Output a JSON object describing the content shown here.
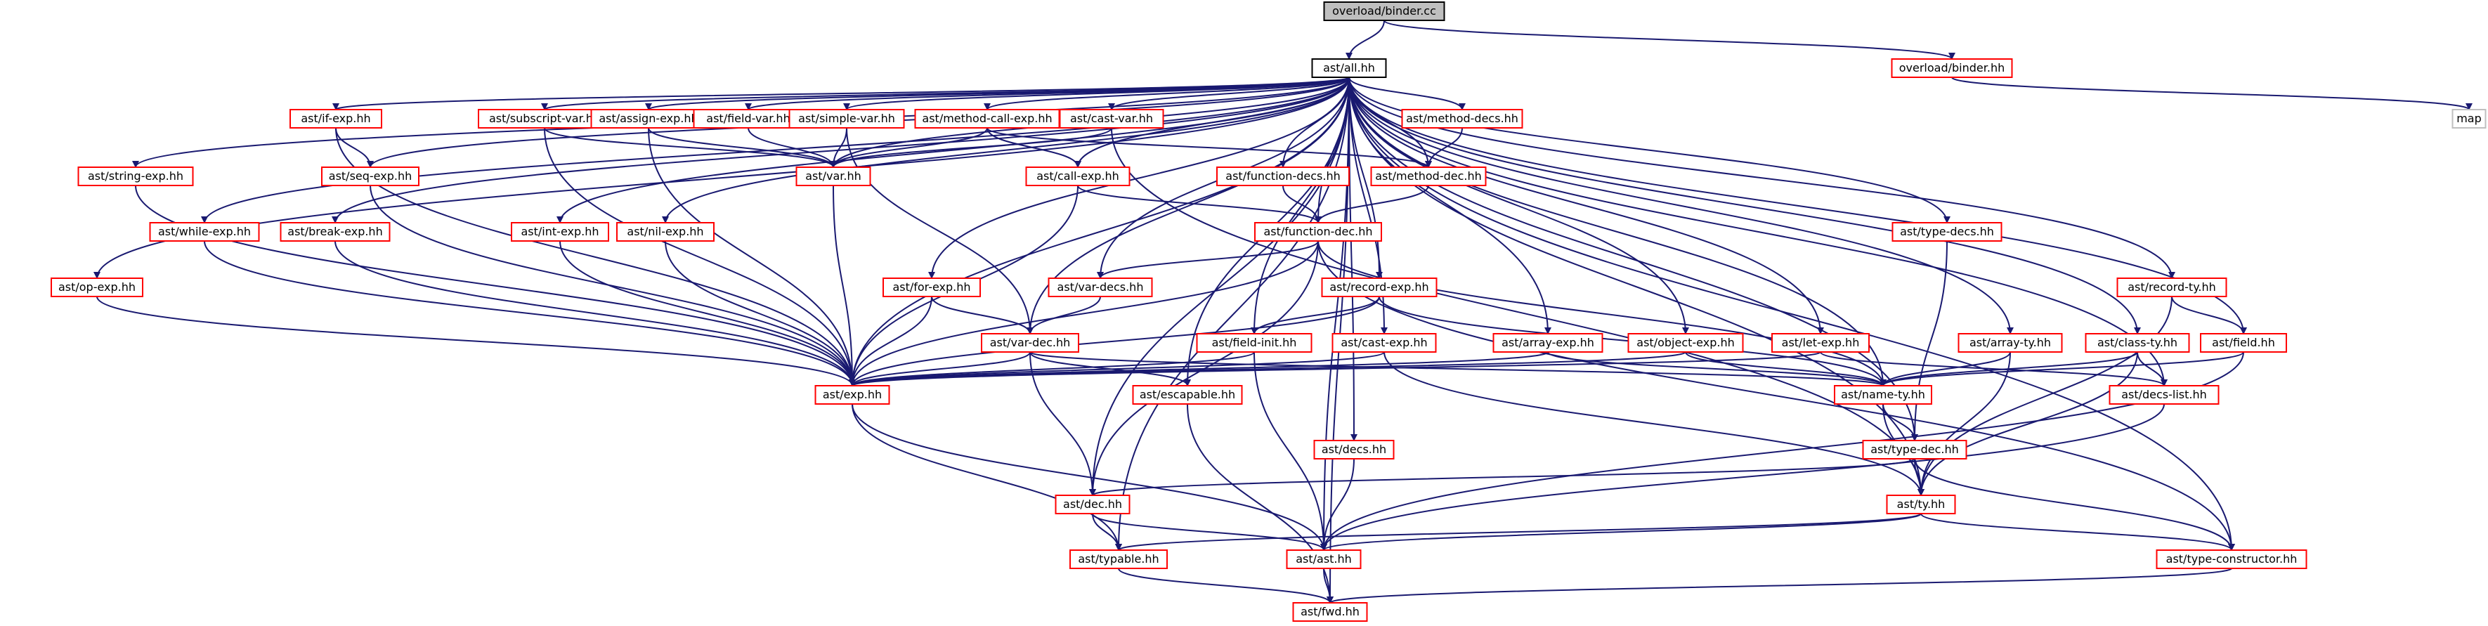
{
  "graph": {
    "edge_color": "#191970",
    "node_border_color": "#ff0000",
    "root_fill_color": "#bfbfbf",
    "nodes": [
      {
        "id": "binder_cc",
        "label": "overload/binder.cc",
        "kind": "root"
      },
      {
        "id": "all",
        "label": "ast/all.hh",
        "kind": "hub"
      },
      {
        "id": "binder_hh",
        "label": "overload/binder.hh",
        "kind": "file"
      },
      {
        "id": "map",
        "label": "map",
        "kind": "external"
      },
      {
        "id": "if_exp",
        "label": "ast/if-exp.hh",
        "kind": "file"
      },
      {
        "id": "subscript_var",
        "label": "ast/subscript-var.hh",
        "kind": "file"
      },
      {
        "id": "assign_exp",
        "label": "ast/assign-exp.hh",
        "kind": "file"
      },
      {
        "id": "field_var",
        "label": "ast/field-var.hh",
        "kind": "file"
      },
      {
        "id": "simple_var",
        "label": "ast/simple-var.hh",
        "kind": "file"
      },
      {
        "id": "method_call_exp",
        "label": "ast/method-call-exp.hh",
        "kind": "file"
      },
      {
        "id": "cast_var",
        "label": "ast/cast-var.hh",
        "kind": "file"
      },
      {
        "id": "method_decs",
        "label": "ast/method-decs.hh",
        "kind": "file"
      },
      {
        "id": "string_exp",
        "label": "ast/string-exp.hh",
        "kind": "file"
      },
      {
        "id": "seq_exp",
        "label": "ast/seq-exp.hh",
        "kind": "file"
      },
      {
        "id": "var",
        "label": "ast/var.hh",
        "kind": "file"
      },
      {
        "id": "method_dec",
        "label": "ast/method-dec.hh",
        "kind": "file"
      },
      {
        "id": "while_exp",
        "label": "ast/while-exp.hh",
        "kind": "file"
      },
      {
        "id": "break_exp",
        "label": "ast/break-exp.hh",
        "kind": "file"
      },
      {
        "id": "int_exp",
        "label": "ast/int-exp.hh",
        "kind": "file"
      },
      {
        "id": "nil_exp",
        "label": "ast/nil-exp.hh",
        "kind": "file"
      },
      {
        "id": "call_exp",
        "label": "ast/call-exp.hh",
        "kind": "file"
      },
      {
        "id": "function_decs",
        "label": "ast/function-decs.hh",
        "kind": "file"
      },
      {
        "id": "type_decs",
        "label": "ast/type-decs.hh",
        "kind": "file"
      },
      {
        "id": "op_exp",
        "label": "ast/op-exp.hh",
        "kind": "file"
      },
      {
        "id": "function_dec",
        "label": "ast/function-dec.hh",
        "kind": "file"
      },
      {
        "id": "for_exp",
        "label": "ast/for-exp.hh",
        "kind": "file"
      },
      {
        "id": "var_decs",
        "label": "ast/var-decs.hh",
        "kind": "file"
      },
      {
        "id": "record_exp",
        "label": "ast/record-exp.hh",
        "kind": "file"
      },
      {
        "id": "record_ty",
        "label": "ast/record-ty.hh",
        "kind": "file"
      },
      {
        "id": "var_dec",
        "label": "ast/var-dec.hh",
        "kind": "file"
      },
      {
        "id": "field_init",
        "label": "ast/field-init.hh",
        "kind": "file"
      },
      {
        "id": "cast_exp",
        "label": "ast/cast-exp.hh",
        "kind": "file"
      },
      {
        "id": "array_exp",
        "label": "ast/array-exp.hh",
        "kind": "file"
      },
      {
        "id": "object_exp",
        "label": "ast/object-exp.hh",
        "kind": "file"
      },
      {
        "id": "let_exp",
        "label": "ast/let-exp.hh",
        "kind": "file"
      },
      {
        "id": "array_ty",
        "label": "ast/array-ty.hh",
        "kind": "file"
      },
      {
        "id": "class_ty",
        "label": "ast/class-ty.hh",
        "kind": "file"
      },
      {
        "id": "field",
        "label": "ast/field.hh",
        "kind": "file"
      },
      {
        "id": "exp",
        "label": "ast/exp.hh",
        "kind": "file"
      },
      {
        "id": "escapable",
        "label": "ast/escapable.hh",
        "kind": "file"
      },
      {
        "id": "name_ty",
        "label": "ast/name-ty.hh",
        "kind": "file"
      },
      {
        "id": "decs_list",
        "label": "ast/decs-list.hh",
        "kind": "file"
      },
      {
        "id": "decs",
        "label": "ast/decs.hh",
        "kind": "file"
      },
      {
        "id": "type_dec",
        "label": "ast/type-dec.hh",
        "kind": "file"
      },
      {
        "id": "dec",
        "label": "ast/dec.hh",
        "kind": "file"
      },
      {
        "id": "ty",
        "label": "ast/ty.hh",
        "kind": "file"
      },
      {
        "id": "typable",
        "label": "ast/typable.hh",
        "kind": "file"
      },
      {
        "id": "ast",
        "label": "ast/ast.hh",
        "kind": "file"
      },
      {
        "id": "type_constructor",
        "label": "ast/type-constructor.hh",
        "kind": "file"
      },
      {
        "id": "fwd",
        "label": "ast/fwd.hh",
        "kind": "file"
      }
    ],
    "edges": [
      [
        "binder_cc",
        "all"
      ],
      [
        "binder_cc",
        "binder_hh"
      ],
      [
        "binder_hh",
        "map"
      ],
      [
        "all",
        "if_exp"
      ],
      [
        "all",
        "subscript_var"
      ],
      [
        "all",
        "assign_exp"
      ],
      [
        "all",
        "field_var"
      ],
      [
        "all",
        "simple_var"
      ],
      [
        "all",
        "method_call_exp"
      ],
      [
        "all",
        "cast_var"
      ],
      [
        "all",
        "method_decs"
      ],
      [
        "all",
        "string_exp"
      ],
      [
        "all",
        "seq_exp"
      ],
      [
        "all",
        "var"
      ],
      [
        "all",
        "method_dec"
      ],
      [
        "all",
        "while_exp"
      ],
      [
        "all",
        "break_exp"
      ],
      [
        "all",
        "int_exp"
      ],
      [
        "all",
        "nil_exp"
      ],
      [
        "all",
        "call_exp"
      ],
      [
        "all",
        "function_decs"
      ],
      [
        "all",
        "type_decs"
      ],
      [
        "all",
        "op_exp"
      ],
      [
        "all",
        "function_dec"
      ],
      [
        "all",
        "for_exp"
      ],
      [
        "all",
        "var_decs"
      ],
      [
        "all",
        "record_exp"
      ],
      [
        "all",
        "record_ty"
      ],
      [
        "all",
        "var_dec"
      ],
      [
        "all",
        "field_init"
      ],
      [
        "all",
        "cast_exp"
      ],
      [
        "all",
        "array_exp"
      ],
      [
        "all",
        "object_exp"
      ],
      [
        "all",
        "let_exp"
      ],
      [
        "all",
        "array_ty"
      ],
      [
        "all",
        "class_ty"
      ],
      [
        "all",
        "field"
      ],
      [
        "all",
        "exp"
      ],
      [
        "all",
        "escapable"
      ],
      [
        "all",
        "name_ty"
      ],
      [
        "all",
        "decs_list"
      ],
      [
        "all",
        "decs"
      ],
      [
        "all",
        "type_dec"
      ],
      [
        "all",
        "dec"
      ],
      [
        "all",
        "ty"
      ],
      [
        "all",
        "typable"
      ],
      [
        "all",
        "ast"
      ],
      [
        "all",
        "type_constructor"
      ],
      [
        "all",
        "fwd"
      ],
      [
        "if_exp",
        "seq_exp"
      ],
      [
        "if_exp",
        "exp"
      ],
      [
        "subscript_var",
        "var"
      ],
      [
        "subscript_var",
        "exp"
      ],
      [
        "assign_exp",
        "var"
      ],
      [
        "assign_exp",
        "exp"
      ],
      [
        "field_var",
        "var"
      ],
      [
        "simple_var",
        "var"
      ],
      [
        "simple_var",
        "var_dec"
      ],
      [
        "method_call_exp",
        "var"
      ],
      [
        "method_call_exp",
        "call_exp"
      ],
      [
        "method_call_exp",
        "method_dec"
      ],
      [
        "cast_var",
        "var"
      ],
      [
        "cast_var",
        "ty"
      ],
      [
        "method_decs",
        "method_dec"
      ],
      [
        "string_exp",
        "exp"
      ],
      [
        "seq_exp",
        "exp"
      ],
      [
        "var",
        "exp"
      ],
      [
        "method_dec",
        "function_dec"
      ],
      [
        "while_exp",
        "exp"
      ],
      [
        "break_exp",
        "exp"
      ],
      [
        "int_exp",
        "exp"
      ],
      [
        "nil_exp",
        "exp"
      ],
      [
        "call_exp",
        "exp"
      ],
      [
        "call_exp",
        "function_dec"
      ],
      [
        "function_decs",
        "function_dec"
      ],
      [
        "type_decs",
        "type_dec"
      ],
      [
        "op_exp",
        "exp"
      ],
      [
        "function_dec",
        "exp"
      ],
      [
        "function_dec",
        "var_decs"
      ],
      [
        "function_dec",
        "name_ty"
      ],
      [
        "function_dec",
        "dec"
      ],
      [
        "function_dec",
        "type_constructor"
      ],
      [
        "for_exp",
        "exp"
      ],
      [
        "for_exp",
        "var_dec"
      ],
      [
        "var_decs",
        "var_dec"
      ],
      [
        "record_exp",
        "exp"
      ],
      [
        "record_exp",
        "field_init"
      ],
      [
        "record_exp",
        "name_ty"
      ],
      [
        "record_ty",
        "field"
      ],
      [
        "record_ty",
        "ty"
      ],
      [
        "var_dec",
        "exp"
      ],
      [
        "var_dec",
        "escapable"
      ],
      [
        "var_dec",
        "name_ty"
      ],
      [
        "var_dec",
        "dec"
      ],
      [
        "field_init",
        "exp"
      ],
      [
        "field_init",
        "ast"
      ],
      [
        "cast_exp",
        "exp"
      ],
      [
        "cast_exp",
        "ty"
      ],
      [
        "array_exp",
        "exp"
      ],
      [
        "array_exp",
        "name_ty"
      ],
      [
        "object_exp",
        "exp"
      ],
      [
        "object_exp",
        "name_ty"
      ],
      [
        "let_exp",
        "exp"
      ],
      [
        "let_exp",
        "decs_list"
      ],
      [
        "array_ty",
        "name_ty"
      ],
      [
        "array_ty",
        "ty"
      ],
      [
        "class_ty",
        "name_ty"
      ],
      [
        "class_ty",
        "decs_list"
      ],
      [
        "class_ty",
        "ty"
      ],
      [
        "field",
        "name_ty"
      ],
      [
        "field",
        "ast"
      ],
      [
        "exp",
        "typable"
      ],
      [
        "exp",
        "ast"
      ],
      [
        "escapable",
        "fwd"
      ],
      [
        "name_ty",
        "type_dec"
      ],
      [
        "name_ty",
        "ty"
      ],
      [
        "decs_list",
        "ast"
      ],
      [
        "decs",
        "ast"
      ],
      [
        "type_dec",
        "dec"
      ],
      [
        "type_dec",
        "ty"
      ],
      [
        "type_dec",
        "type_constructor"
      ],
      [
        "dec",
        "typable"
      ],
      [
        "dec",
        "ast"
      ],
      [
        "ty",
        "typable"
      ],
      [
        "ty",
        "ast"
      ],
      [
        "ty",
        "type_constructor"
      ],
      [
        "typable",
        "fwd"
      ],
      [
        "ast",
        "fwd"
      ],
      [
        "type_constructor",
        "fwd"
      ]
    ]
  }
}
